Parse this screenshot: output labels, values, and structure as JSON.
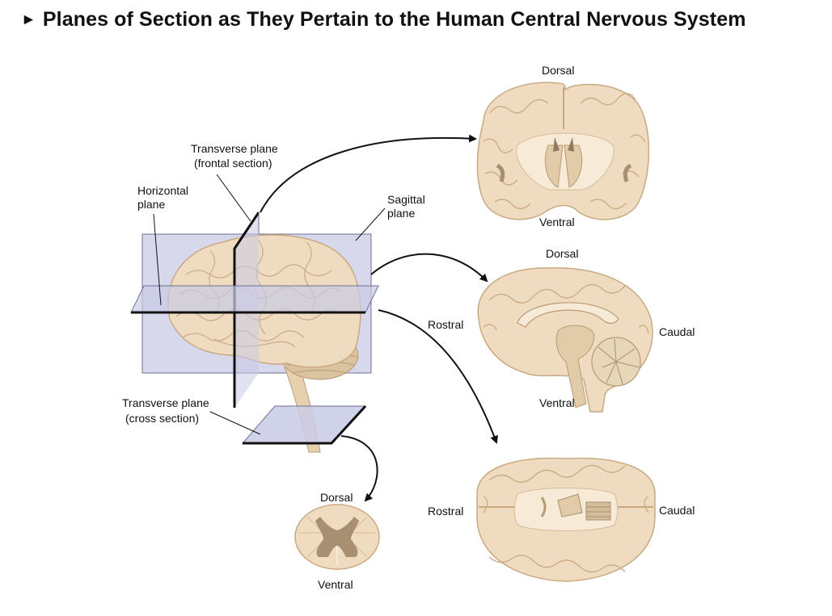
{
  "title": "Planes of Section as They Pertain to the Human Central Nervous System",
  "labels": {
    "transverse_frontal_1": "Transverse plane",
    "transverse_frontal_2": "(frontal section)",
    "horizontal_1": "Horizontal",
    "horizontal_2": "plane",
    "sagittal_1": "Sagittal",
    "sagittal_2": "plane",
    "transverse_cross_1": "Transverse plane",
    "transverse_cross_2": "(cross section)",
    "coronal_dorsal": "Dorsal",
    "coronal_ventral": "Ventral",
    "sagittal_dorsal": "Dorsal",
    "sagittal_ventral": "Ventral",
    "sagittal_rostral": "Rostral",
    "sagittal_caudal": "Caudal",
    "horizontal_rostral": "Rostral",
    "horizontal_caudal": "Caudal",
    "cord_dorsal": "Dorsal",
    "cord_ventral": "Ventral"
  },
  "colors": {
    "tissue": "#efdcc0",
    "tissue_light": "#f7ead6",
    "gyri_line": "#c9a981",
    "gray_matter": "#a88f72",
    "plane_fill": "#c9cbe6",
    "plane_stroke": "#6f6f93"
  }
}
